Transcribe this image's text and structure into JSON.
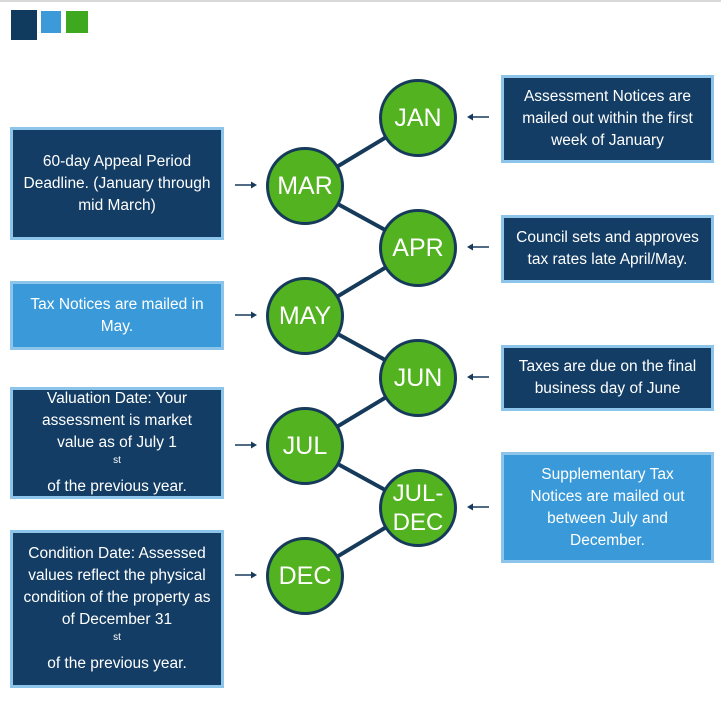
{
  "header": {
    "squares": [
      "#103a5e",
      "#3d9ad8",
      "#3ea81f"
    ]
  },
  "colors": {
    "dark_box": "#133d64",
    "light_box": "#3a9ad9",
    "circle": "#52b21f",
    "line": "#163a5a"
  },
  "months": {
    "jan": "JAN",
    "mar": "MAR",
    "apr": "APR",
    "may": "MAY",
    "jun": "JUN",
    "jul": "JUL",
    "juldec_line1": "JUL-",
    "juldec_line2": "DEC",
    "dec": "DEC"
  },
  "notes": {
    "jan": "Assessment Notices are mailed out within the first week of January",
    "mar": "60-day Appeal Period Deadline. (January through mid March)",
    "apr": "Council sets and approves tax rates late April/May.",
    "may": "Tax Notices are mailed in May.",
    "jun": "Taxes are due on the final business day of June",
    "jul_pre": "Valuation Date: Your assessment is market value as of July 1",
    "jul_sup": "st",
    "jul_post": " of the previous year.",
    "juldec": "Supplementary Tax Notices are mailed out between July and December.",
    "dec_pre": "Condition Date: Assessed values reflect the physical condition of the property as of December 31",
    "dec_sup": "st",
    "dec_post": " of the previous year."
  }
}
